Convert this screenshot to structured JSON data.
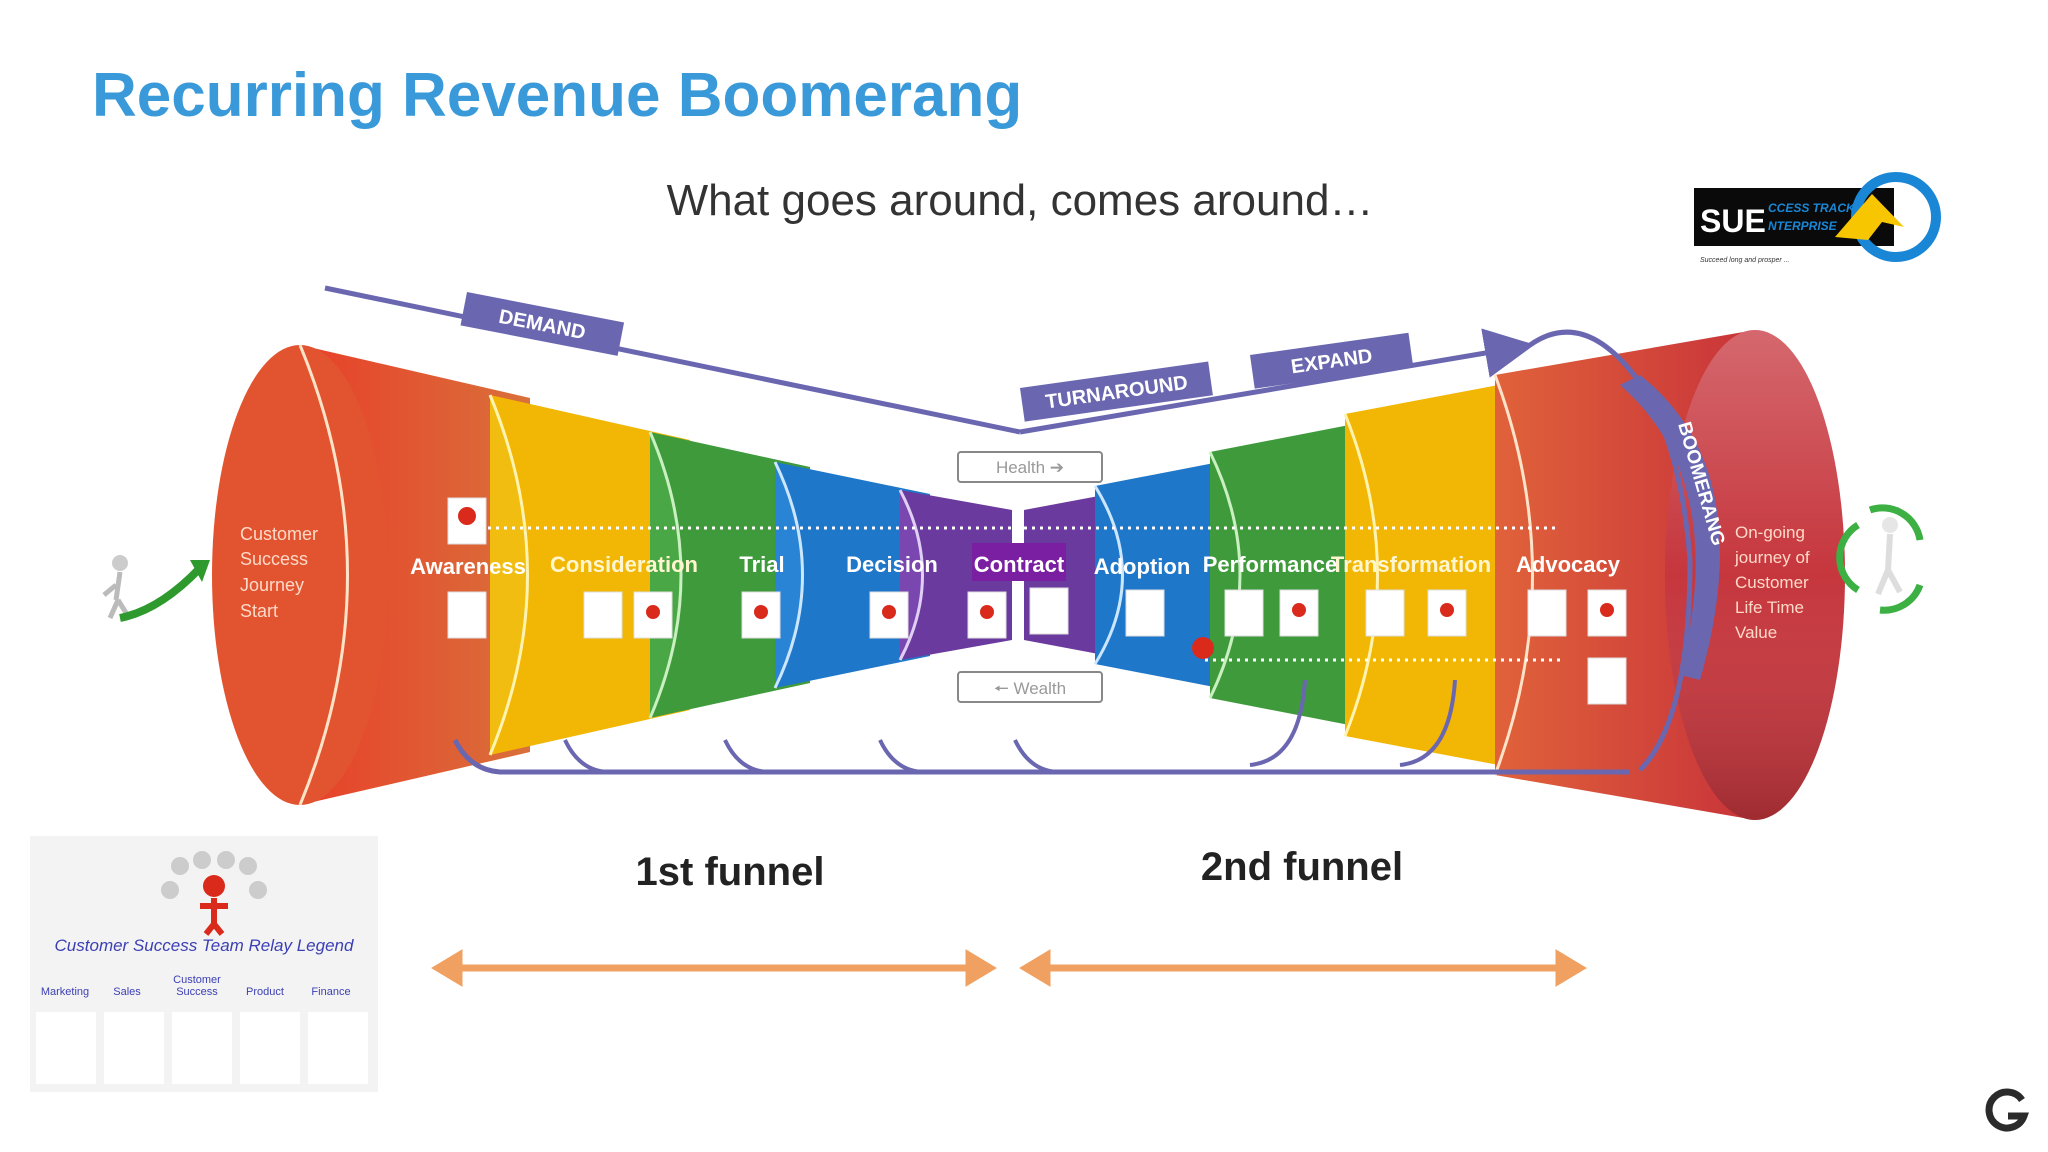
{
  "slide": {
    "title": "Recurring Revenue Boomerang",
    "subtitle": "What goes around, comes around…"
  },
  "diagram": {
    "start_label": [
      "Customer",
      "Success",
      "Journey",
      "Start"
    ],
    "end_label": [
      "On-going",
      "journey of",
      "Customer",
      "Life Time",
      "Value"
    ],
    "stages": [
      "Awareness",
      "Consideration",
      "Trial",
      "Decision",
      "Contract",
      "Adoption",
      "Performance",
      "Transformation",
      "Advocacy"
    ],
    "banners": {
      "demand": "DEMAND",
      "turnaround": "TURNAROUND",
      "expand": "EXPAND",
      "boomerang": "BOOMERANG"
    },
    "center_boxes": {
      "health": "Health ➔",
      "wealth": "🠔 Wealth"
    },
    "funnels": {
      "first": "1st funnel",
      "second": "2nd funnel"
    },
    "colors": {
      "banner": "#6a67b0",
      "contract_box": "#7b1fa2",
      "arrow_orange": "#f0a060",
      "path_blue": "#6a67b0",
      "title_blue": "#3a9ad9"
    }
  },
  "logo": {
    "abbr": "SUE",
    "line1": "CCESS TRACK",
    "line2": "NTERPRISE",
    "tagline": "Succeed long and prosper ..."
  },
  "legend": {
    "title": "Customer Success Team Relay Legend",
    "roles": [
      "Marketing",
      "Sales",
      "Customer Success",
      "Product",
      "Finance"
    ]
  }
}
